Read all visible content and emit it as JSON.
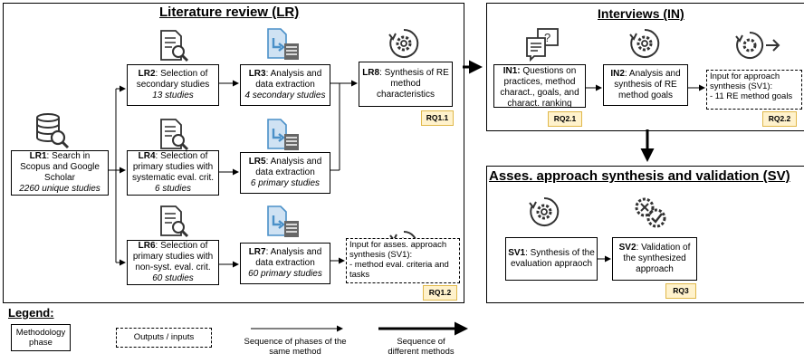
{
  "sections": {
    "lr_title": "Literature review (LR)",
    "in_title": "Interviews (IN)",
    "sv_title": "Asses. approach synthesis and validation (SV)"
  },
  "boxes": {
    "lr1": {
      "id": "LR1",
      "text": ": Search in Scopus and Google Scholar",
      "count": "2260 unique studies"
    },
    "lr2": {
      "id": "LR2",
      "text": ": Selection of secondary studies",
      "count": "13 studies"
    },
    "lr3": {
      "id": "LR3",
      "text": ": Analysis and data extraction",
      "count": "4 secondary studies"
    },
    "lr4": {
      "id": "LR4",
      "text": ": Selection of primary studies with systematic eval. crit.",
      "count": "6 studies"
    },
    "lr5": {
      "id": "LR5",
      "text": ": Analysis and data extraction",
      "count": "6 primary studies"
    },
    "lr6": {
      "id": "LR6",
      "text": ": Selection of primary studies with non-syst. eval. crit.",
      "count": "60 studies"
    },
    "lr7": {
      "id": "LR7",
      "text": ": Analysis and data extraction",
      "count": "60 primary studies"
    },
    "lr8": {
      "id": "LR8",
      "text": ": Synthesis of RE method characteristics"
    },
    "in1": {
      "id": "IN1:",
      "text": " Questions on practices,  method charact., goals, and charact. ranking"
    },
    "in2": {
      "id": "IN2",
      "text": ": Analysis and synthesis of RE method goals"
    },
    "sv1": {
      "id": "SV1",
      "text": ": Synthesis of the evaluation appraoch"
    },
    "sv2": {
      "id": "SV2",
      "text": ": Validation of the synthesized approach"
    }
  },
  "outputs": {
    "lr_out": {
      "line1": "Input for asses. approach synthesis (SV1):",
      "line2": "- method eval. criteria and tasks"
    },
    "in_out": {
      "line1": "Input for approach synthesis (SV1):",
      "line2": "- 11 RE method goals"
    }
  },
  "badges": {
    "rq11": "RQ1.1",
    "rq12": "RQ1.2",
    "rq21": "RQ2.1",
    "rq22": "RQ2.2",
    "rq3": "RQ3"
  },
  "legend": {
    "title": "Legend:",
    "phase": "Methodology phase",
    "outputs": "Outputs / inputs",
    "seq_same": "Sequence of phases of the same method",
    "seq_diff": "Sequence of different methods"
  },
  "colors": {
    "badge_fill": "#fff2cc",
    "badge_border": "#e0b84a",
    "doc_blue": "#4a90c8",
    "doc_grey": "#666666"
  }
}
